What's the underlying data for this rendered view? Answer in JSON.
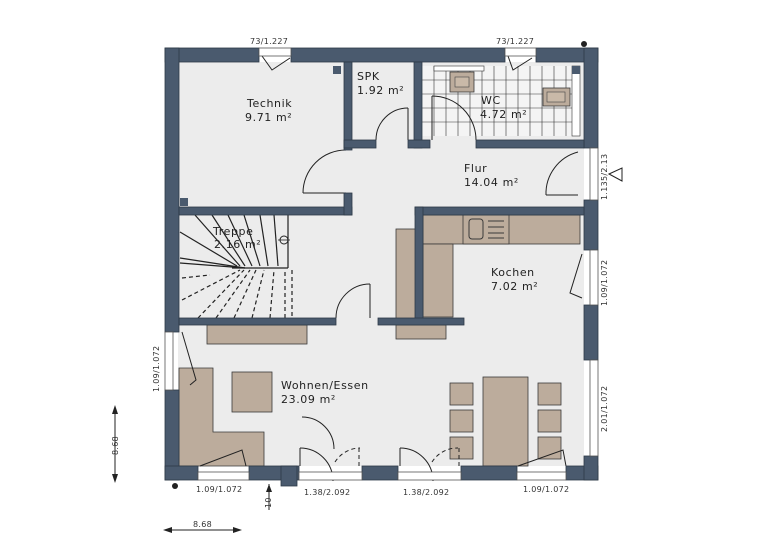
{
  "plan": {
    "colors": {
      "wall": "#4a5a6e",
      "floor": "#ececec",
      "furniture": "#bcac9c",
      "background": "#ffffff"
    },
    "rooms": [
      {
        "id": "technik",
        "name": "Technik",
        "area": "9.71 m²"
      },
      {
        "id": "spk",
        "name": "SPK",
        "area": "1.92 m²"
      },
      {
        "id": "wc",
        "name": "WC",
        "area": "4.72 m²"
      },
      {
        "id": "flur",
        "name": "Flur",
        "area": "14.04 m²"
      },
      {
        "id": "treppe",
        "name": "Treppe",
        "area": "2.16 m²"
      },
      {
        "id": "kochen",
        "name": "Kochen",
        "area": "7.02 m²"
      },
      {
        "id": "wohnen",
        "name": "Wohnen/Essen",
        "area": "23.09 m²"
      }
    ],
    "window_dimensions": {
      "top_left": "73/1.227",
      "top_right": "73/1.227",
      "right_upper": "1.135/2.13",
      "right_middle": "1.09/1.072",
      "right_lower": "2.01/1.072",
      "left": "1.09/1.072",
      "bottom_left": "1.09/1.072",
      "bottom_door_1": "1.38/2.092",
      "bottom_door_2": "1.38/2.092",
      "bottom_right": "1.09/1.072"
    },
    "overall_dimensions": {
      "height": "8.68",
      "width": "8.68",
      "entrance_offset": "10"
    }
  }
}
